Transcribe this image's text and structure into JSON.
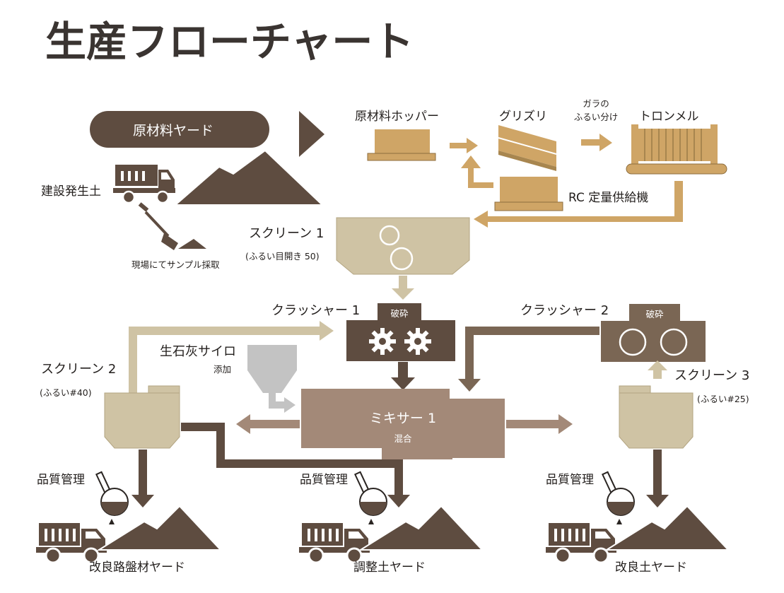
{
  "title": "生産フローチャート",
  "colors": {
    "dark_brown": "#5e4c40",
    "mid_brown": "#7a6654",
    "mixer_brown": "#a38978",
    "tan": "#cfa566",
    "pale_tan": "#cfc3a4",
    "silo_gray": "#c3c3c3",
    "title_gray": "#3a3431"
  },
  "nodes": {
    "raw_yard": "原材料ヤード",
    "construction_soil": "建設発生土",
    "site_sampling": "現場にてサンプル採取",
    "hopper": "原材料ホッパー",
    "grizzly": "グリズリ",
    "gara_line1": "ガラの",
    "gara_line2": "ふるい分け",
    "trommel": "トロンメル",
    "rc_feeder": "RC 定量供給機",
    "screen1": "スクリーン 1",
    "screen1_sub": "(ふるい目開き 50)",
    "crusher1": "クラッシャー 1",
    "crusher1_tag": "破砕",
    "crusher2": "クラッシャー 2",
    "crusher2_tag": "破砕",
    "lime_silo": "生石灰サイロ",
    "lime_add": "添加",
    "screen2": "スクリーン 2",
    "screen2_sub": "(ふるい#40)",
    "screen3": "スクリーン 3",
    "screen3_sub": "(ふるい#25)",
    "mixer": "ミキサー 1",
    "mixer_sub": "混合",
    "qc1": "品質管理",
    "qc2": "品質管理",
    "qc3": "品質管理",
    "yard1": "改良路盤材ヤード",
    "yard2": "調整土ヤード",
    "yard3": "改良土ヤード"
  }
}
